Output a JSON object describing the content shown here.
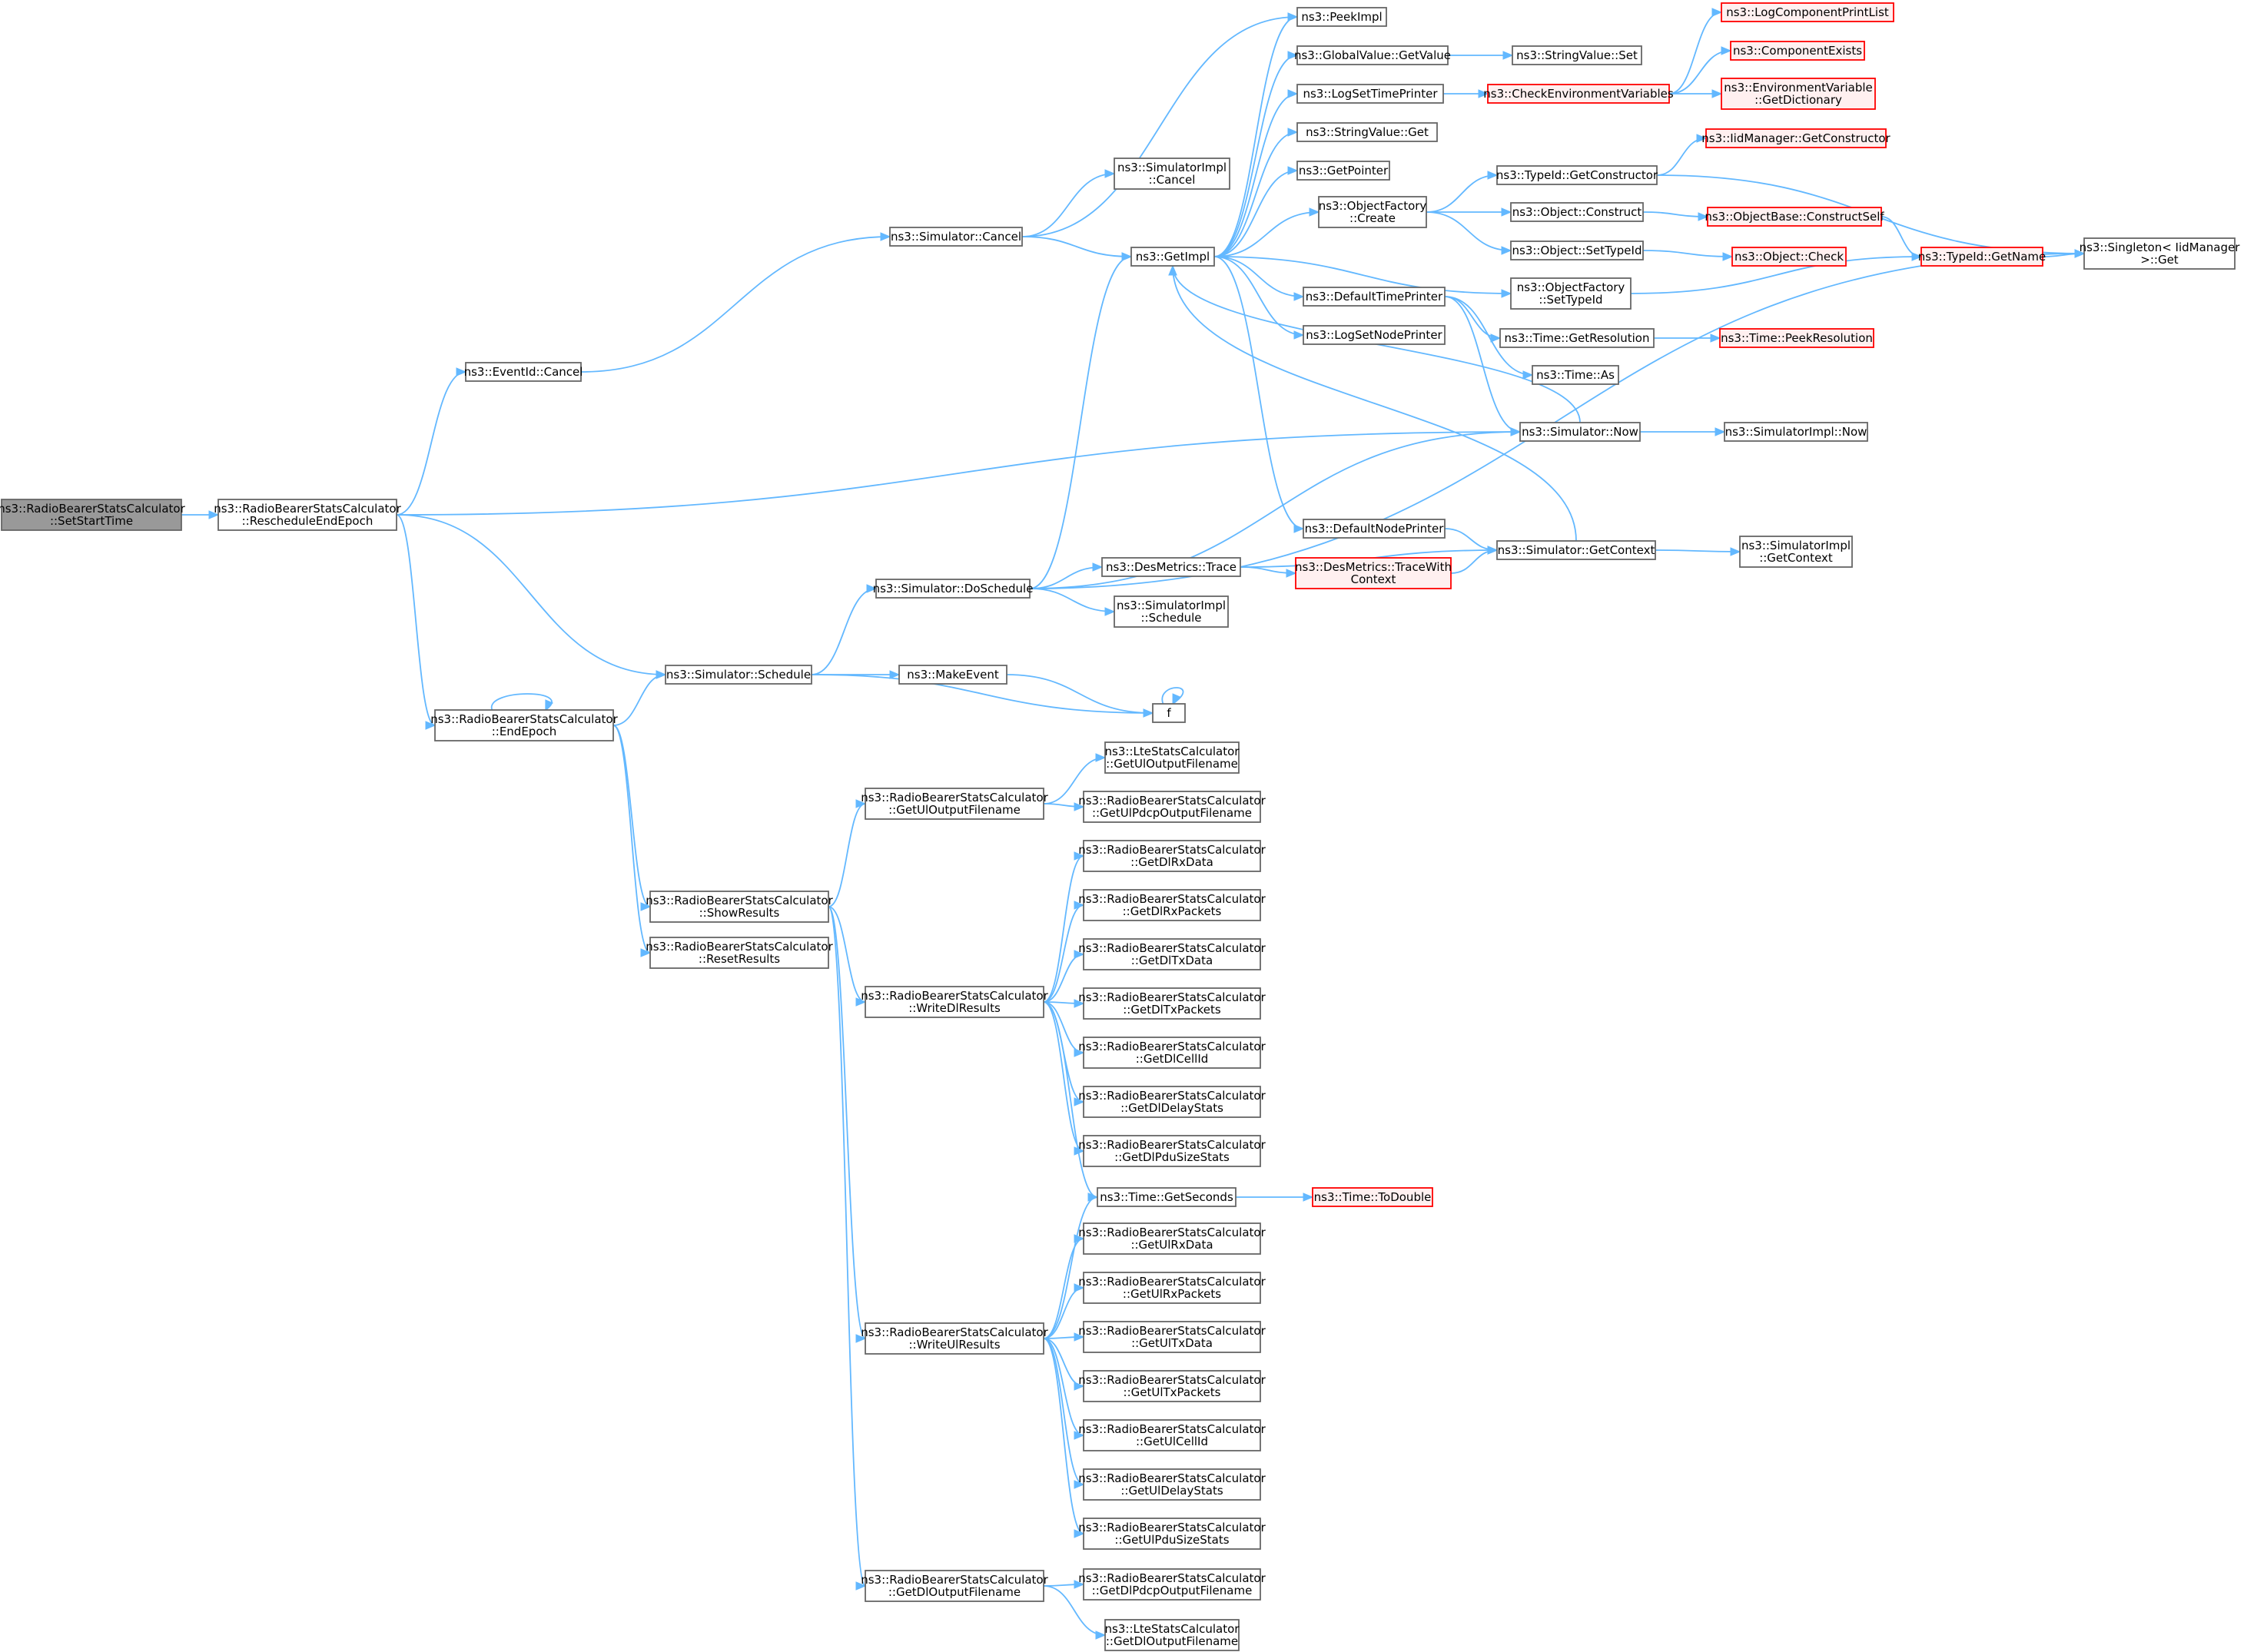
{
  "colors": {
    "edge": "#63b8ff",
    "node_fill": "#ffffff",
    "node_border": "#666666",
    "root_fill": "#999999",
    "root_border": "#666666",
    "red_fill": "#fff0f0",
    "red_border": "#ff0000"
  },
  "nodes": [
    {
      "id": "setstart",
      "lines": [
        "ns3::RadioBearerStatsCalculator",
        "::SetStartTime"
      ],
      "style": "root"
    },
    {
      "id": "reschedule",
      "lines": [
        "ns3::RadioBearerStatsCalculator",
        "::RescheduleEndEpoch"
      ]
    },
    {
      "id": "evcancel",
      "lines": [
        "ns3::EventId::Cancel"
      ]
    },
    {
      "id": "endepoch",
      "lines": [
        "ns3::RadioBearerStatsCalculator",
        "::EndEpoch"
      ]
    },
    {
      "id": "schedule",
      "lines": [
        "ns3::Simulator::Schedule"
      ]
    },
    {
      "id": "showresults",
      "lines": [
        "ns3::RadioBearerStatsCalculator",
        "::ShowResults"
      ]
    },
    {
      "id": "resetresults",
      "lines": [
        "ns3::RadioBearerStatsCalculator",
        "::ResetResults"
      ]
    },
    {
      "id": "simcancel",
      "lines": [
        "ns3::Simulator::Cancel"
      ]
    },
    {
      "id": "doschedule",
      "lines": [
        "ns3::Simulator::DoSchedule"
      ]
    },
    {
      "id": "makeevent",
      "lines": [
        "ns3::MakeEvent"
      ]
    },
    {
      "id": "getuloutfn",
      "lines": [
        "ns3::RadioBearerStatsCalculator",
        "::GetUlOutputFilename"
      ]
    },
    {
      "id": "writedl",
      "lines": [
        "ns3::RadioBearerStatsCalculator",
        "::WriteDlResults"
      ]
    },
    {
      "id": "writeul",
      "lines": [
        "ns3::RadioBearerStatsCalculator",
        "::WriteUlResults"
      ]
    },
    {
      "id": "getdloutfn",
      "lines": [
        "ns3::RadioBearerStatsCalculator",
        "::GetDlOutputFilename"
      ]
    },
    {
      "id": "simimplcancel",
      "lines": [
        "ns3::SimulatorImpl",
        "::Cancel"
      ]
    },
    {
      "id": "getimpl",
      "lines": [
        "ns3::GetImpl"
      ]
    },
    {
      "id": "desmtrace",
      "lines": [
        "ns3::DesMetrics::Trace"
      ]
    },
    {
      "id": "simimplschedule",
      "lines": [
        "ns3::SimulatorImpl",
        "::Schedule"
      ]
    },
    {
      "id": "f",
      "lines": [
        "f"
      ]
    },
    {
      "id": "lteuloutfn",
      "lines": [
        "ns3::LteStatsCalculator",
        "::GetUlOutputFilename"
      ]
    },
    {
      "id": "ulpdcpoutfn",
      "lines": [
        "ns3::RadioBearerStatsCalculator",
        "::GetUlPdcpOutputFilename"
      ]
    },
    {
      "id": "dlrxdata",
      "lines": [
        "ns3::RadioBearerStatsCalculator",
        "::GetDlRxData"
      ]
    },
    {
      "id": "dlrxpackets",
      "lines": [
        "ns3::RadioBearerStatsCalculator",
        "::GetDlRxPackets"
      ]
    },
    {
      "id": "dltxdata",
      "lines": [
        "ns3::RadioBearerStatsCalculator",
        "::GetDlTxData"
      ]
    },
    {
      "id": "dltxpackets",
      "lines": [
        "ns3::RadioBearerStatsCalculator",
        "::GetDlTxPackets"
      ]
    },
    {
      "id": "dlcellid",
      "lines": [
        "ns3::RadioBearerStatsCalculator",
        "::GetDlCellId"
      ]
    },
    {
      "id": "dldelaystats",
      "lines": [
        "ns3::RadioBearerStatsCalculator",
        "::GetDlDelayStats"
      ]
    },
    {
      "id": "dlpdusizestats",
      "lines": [
        "ns3::RadioBearerStatsCalculator",
        "::GetDlPduSizeStats"
      ]
    },
    {
      "id": "timegetseconds",
      "lines": [
        "ns3::Time::GetSeconds"
      ]
    },
    {
      "id": "ulrxdata",
      "lines": [
        "ns3::RadioBearerStatsCalculator",
        "::GetUlRxData"
      ]
    },
    {
      "id": "ulrxpackets",
      "lines": [
        "ns3::RadioBearerStatsCalculator",
        "::GetUlRxPackets"
      ]
    },
    {
      "id": "ultxdata",
      "lines": [
        "ns3::RadioBearerStatsCalculator",
        "::GetUlTxData"
      ]
    },
    {
      "id": "ultxpackets",
      "lines": [
        "ns3::RadioBearerStatsCalculator",
        "::GetUlTxPackets"
      ]
    },
    {
      "id": "ulcellid",
      "lines": [
        "ns3::RadioBearerStatsCalculator",
        "::GetUlCellId"
      ]
    },
    {
      "id": "uldelaystats",
      "lines": [
        "ns3::RadioBearerStatsCalculator",
        "::GetUlDelayStats"
      ]
    },
    {
      "id": "ulpdusizestats",
      "lines": [
        "ns3::RadioBearerStatsCalculator",
        "::GetUlPduSizeStats"
      ]
    },
    {
      "id": "dlpdcpoutfn",
      "lines": [
        "ns3::RadioBearerStatsCalculator",
        "::GetDlPdcpOutputFilename"
      ]
    },
    {
      "id": "ltedloutfn",
      "lines": [
        "ns3::LteStatsCalculator",
        "::GetDlOutputFilename"
      ]
    },
    {
      "id": "peekimpl",
      "lines": [
        "ns3::PeekImpl"
      ]
    },
    {
      "id": "gvgetvalue",
      "lines": [
        "ns3::GlobalValue::GetValue"
      ]
    },
    {
      "id": "logsettimeprinter",
      "lines": [
        "ns3::LogSetTimePrinter"
      ]
    },
    {
      "id": "stringvalueget",
      "lines": [
        "ns3::StringValue::Get"
      ]
    },
    {
      "id": "getpointer",
      "lines": [
        "ns3::GetPointer"
      ]
    },
    {
      "id": "ofcreate",
      "lines": [
        "ns3::ObjectFactory",
        "::Create"
      ]
    },
    {
      "id": "defaulttimeprinter",
      "lines": [
        "ns3::DefaultTimePrinter"
      ]
    },
    {
      "id": "logsetnodeprinter",
      "lines": [
        "ns3::LogSetNodePrinter"
      ]
    },
    {
      "id": "defaultnodeprinter",
      "lines": [
        "ns3::DefaultNodePrinter"
      ]
    },
    {
      "id": "desmtracewith",
      "lines": [
        "ns3::DesMetrics::TraceWith",
        "Context"
      ],
      "style": "red"
    },
    {
      "id": "stringvalueset",
      "lines": [
        "ns3::StringValue::Set"
      ]
    },
    {
      "id": "checkenv",
      "lines": [
        "ns3::CheckEnvironmentVariables"
      ],
      "style": "red"
    },
    {
      "id": "typeidgetctor",
      "lines": [
        "ns3::TypeId::GetConstructor"
      ]
    },
    {
      "id": "objconstruct",
      "lines": [
        "ns3::Object::Construct"
      ]
    },
    {
      "id": "objsettypeid",
      "lines": [
        "ns3::Object::SetTypeId"
      ]
    },
    {
      "id": "ofsettypeid",
      "lines": [
        "ns3::ObjectFactory",
        "::SetTypeId"
      ]
    },
    {
      "id": "timegetres",
      "lines": [
        "ns3::Time::GetResolution"
      ]
    },
    {
      "id": "timeas",
      "lines": [
        "ns3::Time::As"
      ]
    },
    {
      "id": "simnow",
      "lines": [
        "ns3::Simulator::Now"
      ]
    },
    {
      "id": "simgetcontext",
      "lines": [
        "ns3::Simulator::GetContext"
      ]
    },
    {
      "id": "logcomplist",
      "lines": [
        "ns3::LogComponentPrintList"
      ],
      "style": "red"
    },
    {
      "id": "compexists",
      "lines": [
        "ns3::ComponentExists"
      ],
      "style": "red"
    },
    {
      "id": "envgetdict",
      "lines": [
        "ns3::EnvironmentVariable",
        "::GetDictionary"
      ],
      "style": "red"
    },
    {
      "id": "iidmgrgetctor",
      "lines": [
        "ns3::IidManager::GetConstructor"
      ],
      "style": "red"
    },
    {
      "id": "objbaseconstructself",
      "lines": [
        "ns3::ObjectBase::ConstructSelf"
      ],
      "style": "red"
    },
    {
      "id": "objcheck",
      "lines": [
        "ns3::Object::Check"
      ],
      "style": "red"
    },
    {
      "id": "typeidgetname",
      "lines": [
        "ns3::TypeId::GetName"
      ],
      "style": "red"
    },
    {
      "id": "timepeekres",
      "lines": [
        "ns3::Time::PeekResolution"
      ],
      "style": "red"
    },
    {
      "id": "simimplnow",
      "lines": [
        "ns3::SimulatorImpl::Now"
      ]
    },
    {
      "id": "simimplgetcontext",
      "lines": [
        "ns3::SimulatorImpl",
        "::GetContext"
      ]
    },
    {
      "id": "singletonget",
      "lines": [
        "ns3::Singleton< IidManager",
        " >::Get"
      ]
    },
    {
      "id": "timetodouble",
      "lines": [
        "ns3::Time::ToDouble"
      ],
      "style": "red"
    }
  ],
  "edges": [
    [
      "setstart",
      "reschedule"
    ],
    [
      "reschedule",
      "evcancel"
    ],
    [
      "reschedule",
      "simnow"
    ],
    [
      "reschedule",
      "schedule"
    ],
    [
      "reschedule",
      "endepoch"
    ],
    [
      "evcancel",
      "simcancel"
    ],
    [
      "simcancel",
      "simimplcancel"
    ],
    [
      "simcancel",
      "getimpl"
    ],
    [
      "simcancel",
      "peekimpl"
    ],
    [
      "endepoch",
      "endepoch"
    ],
    [
      "endepoch",
      "schedule"
    ],
    [
      "endepoch",
      "showresults"
    ],
    [
      "endepoch",
      "resetresults"
    ],
    [
      "schedule",
      "doschedule"
    ],
    [
      "schedule",
      "makeevent"
    ],
    [
      "schedule",
      "f"
    ],
    [
      "makeevent",
      "f"
    ],
    [
      "f",
      "f"
    ],
    [
      "doschedule",
      "getimpl"
    ],
    [
      "doschedule",
      "simnow"
    ],
    [
      "doschedule",
      "desmtrace"
    ],
    [
      "doschedule",
      "simimplschedule"
    ],
    [
      "doschedule",
      "singletonget"
    ],
    [
      "desmtrace",
      "desmtracewith"
    ],
    [
      "desmtrace",
      "simgetcontext"
    ],
    [
      "desmtracewith",
      "simgetcontext"
    ],
    [
      "getimpl",
      "peekimpl"
    ],
    [
      "getimpl",
      "gvgetvalue"
    ],
    [
      "getimpl",
      "logsettimeprinter"
    ],
    [
      "getimpl",
      "stringvalueget"
    ],
    [
      "getimpl",
      "getpointer"
    ],
    [
      "getimpl",
      "ofcreate"
    ],
    [
      "getimpl",
      "ofsettypeid"
    ],
    [
      "getimpl",
      "defaulttimeprinter"
    ],
    [
      "getimpl",
      "logsetnodeprinter"
    ],
    [
      "getimpl",
      "defaultnodeprinter"
    ],
    [
      "gvgetvalue",
      "stringvalueset"
    ],
    [
      "logsettimeprinter",
      "checkenv"
    ],
    [
      "checkenv",
      "logcomplist"
    ],
    [
      "checkenv",
      "compexists"
    ],
    [
      "checkenv",
      "envgetdict"
    ],
    [
      "ofcreate",
      "typeidgetctor"
    ],
    [
      "ofcreate",
      "objconstruct"
    ],
    [
      "ofcreate",
      "objsettypeid"
    ],
    [
      "typeidgetctor",
      "iidmgrgetctor"
    ],
    [
      "typeidgetctor",
      "singletonget"
    ],
    [
      "objconstruct",
      "objbaseconstructself"
    ],
    [
      "objbaseconstructself",
      "typeidgetname"
    ],
    [
      "objsettypeid",
      "objcheck"
    ],
    [
      "ofsettypeid",
      "typeidgetname"
    ],
    [
      "typeidgetname",
      "singletonget"
    ],
    [
      "defaulttimeprinter",
      "timegetres"
    ],
    [
      "defaulttimeprinter",
      "timeas"
    ],
    [
      "defaulttimeprinter",
      "simnow"
    ],
    [
      "timegetres",
      "timepeekres"
    ],
    [
      "simnow",
      "getimpl"
    ],
    [
      "simnow",
      "simimplnow"
    ],
    [
      "defaultnodeprinter",
      "simgetcontext"
    ],
    [
      "simgetcontext",
      "getimpl"
    ],
    [
      "simgetcontext",
      "simimplgetcontext"
    ],
    [
      "showresults",
      "getuloutfn"
    ],
    [
      "showresults",
      "writedl"
    ],
    [
      "showresults",
      "writeul"
    ],
    [
      "showresults",
      "getdloutfn"
    ],
    [
      "getuloutfn",
      "lteuloutfn"
    ],
    [
      "getuloutfn",
      "ulpdcpoutfn"
    ],
    [
      "writedl",
      "dlrxdata"
    ],
    [
      "writedl",
      "dlrxpackets"
    ],
    [
      "writedl",
      "dltxdata"
    ],
    [
      "writedl",
      "dltxpackets"
    ],
    [
      "writedl",
      "dlcellid"
    ],
    [
      "writedl",
      "dldelaystats"
    ],
    [
      "writedl",
      "dlpdusizestats"
    ],
    [
      "writedl",
      "timegetseconds"
    ],
    [
      "writeul",
      "timegetseconds"
    ],
    [
      "writeul",
      "ulrxdata"
    ],
    [
      "writeul",
      "ulrxpackets"
    ],
    [
      "writeul",
      "ultxdata"
    ],
    [
      "writeul",
      "ultxpackets"
    ],
    [
      "writeul",
      "ulcellid"
    ],
    [
      "writeul",
      "uldelaystats"
    ],
    [
      "writeul",
      "ulpdusizestats"
    ],
    [
      "timegetseconds",
      "timetodouble"
    ],
    [
      "getdloutfn",
      "dlpdcpoutfn"
    ],
    [
      "getdloutfn",
      "ltedloutfn"
    ]
  ]
}
